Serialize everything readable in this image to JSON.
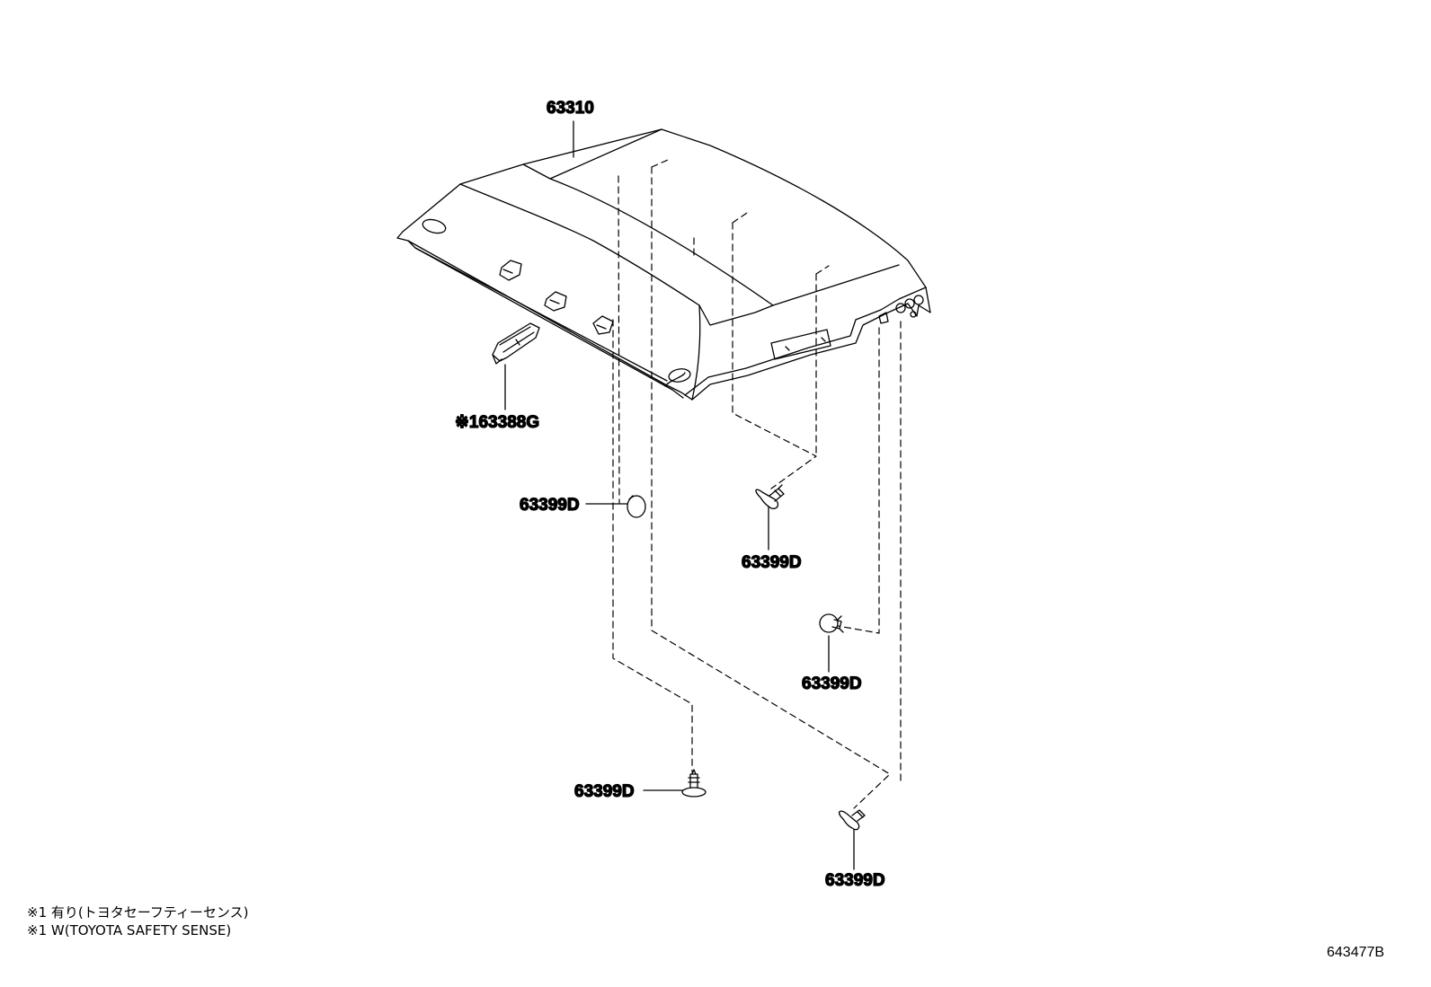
{
  "parts": {
    "headliner": "63310",
    "bracket": "※163388G",
    "clip_left": "63399D",
    "clip_upper_right": "63399D",
    "clip_middle_right": "63399D",
    "clip_bottom_center": "63399D",
    "clip_bottom_right": "63399D"
  },
  "notes": {
    "note_jp": "※1 有り(トヨタセーフティーセンス)",
    "note_en": "※1 W(TOYOTA SAFETY SENSE)"
  },
  "diagram_id": "643477B"
}
